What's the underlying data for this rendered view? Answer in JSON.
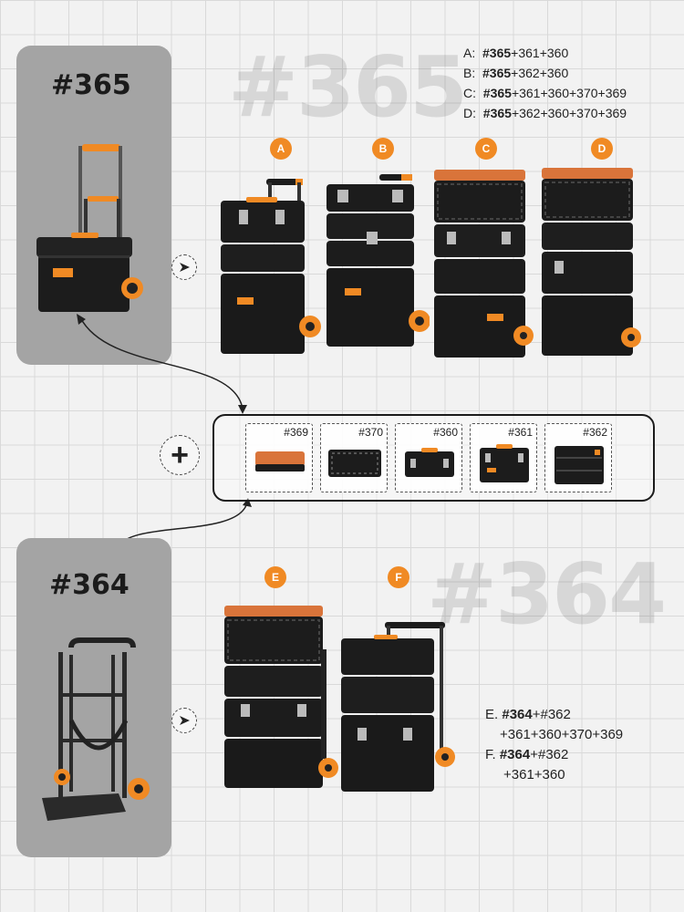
{
  "panels": {
    "top_title": "#365",
    "bottom_title": "#364"
  },
  "watermarks": {
    "top": "#365",
    "bottom": "#364"
  },
  "configs_top": [
    {
      "letter": "A:",
      "bold": "#365",
      "rest": "+361+360"
    },
    {
      "letter": "B:",
      "bold": "#365",
      "rest": "+362+360"
    },
    {
      "letter": "C:",
      "bold": "#365",
      "rest": "+361+360+370+369"
    },
    {
      "letter": "D:",
      "bold": "#365",
      "rest": "+362+360+370+369"
    }
  ],
  "badges": [
    "A",
    "B",
    "C",
    "D",
    "E",
    "F"
  ],
  "plus_symbol": "+",
  "accessories": [
    {
      "label": "#369"
    },
    {
      "label": "#370"
    },
    {
      "label": "#360"
    },
    {
      "label": "#361"
    },
    {
      "label": "#362"
    }
  ],
  "configs_bottom": [
    {
      "letter": "E.",
      "bold": "#364",
      "rest": "+#362",
      "line2": "+361+360+370+369"
    },
    {
      "letter": "F.",
      "bold": "#364",
      "rest": "+#362",
      "line2": "+361+360"
    }
  ],
  "colors": {
    "accent": "#f08a24",
    "case_black": "#1c1c1c",
    "panel_gray": "#a4a4a4"
  },
  "icons": [
    "arrow-right-icon",
    "plus-icon",
    "curved-arrow-icon"
  ]
}
